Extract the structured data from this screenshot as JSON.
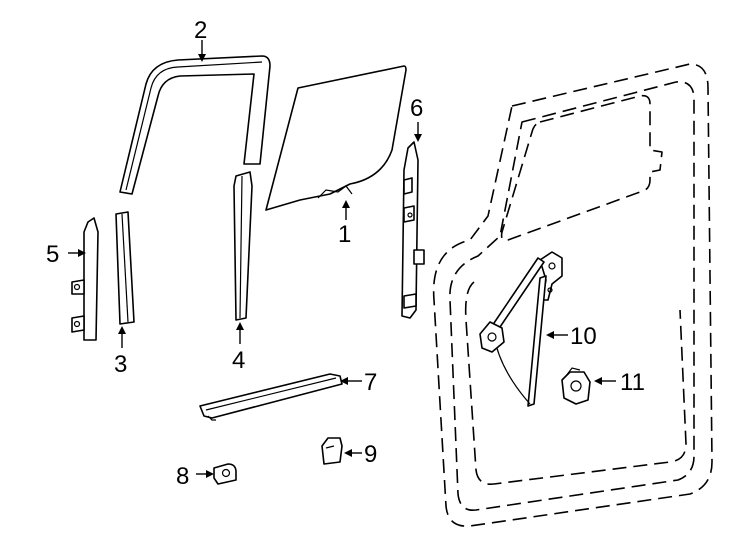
{
  "callouts": [
    {
      "number": "1"
    },
    {
      "number": "2"
    },
    {
      "number": "3"
    },
    {
      "number": "4"
    },
    {
      "number": "5"
    },
    {
      "number": "6"
    },
    {
      "number": "7"
    },
    {
      "number": "8"
    },
    {
      "number": "9"
    },
    {
      "number": "10"
    },
    {
      "number": "11"
    }
  ]
}
